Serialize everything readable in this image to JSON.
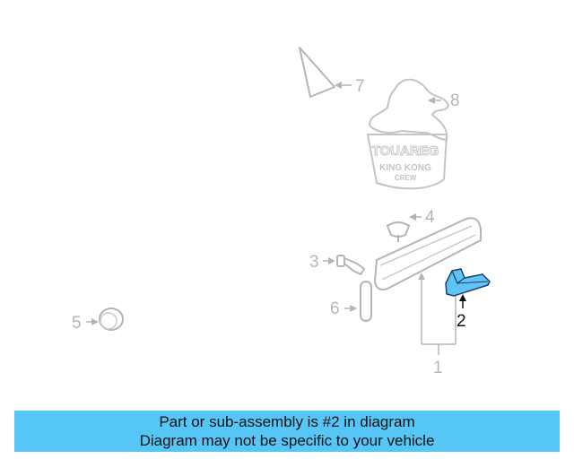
{
  "diagram": {
    "callouts": [
      {
        "id": "1",
        "label": "1"
      },
      {
        "id": "2",
        "label": "2",
        "highlighted": true
      },
      {
        "id": "3",
        "label": "3"
      },
      {
        "id": "4",
        "label": "4"
      },
      {
        "id": "5",
        "label": "5"
      },
      {
        "id": "6",
        "label": "6"
      },
      {
        "id": "7",
        "label": "7"
      },
      {
        "id": "8",
        "label": "8"
      }
    ],
    "watermark": {
      "line1": "TOUAREG",
      "line2": "KING KONG",
      "line3": "CREW"
    },
    "colors": {
      "line": "#b5b5b5",
      "highlight_fill": "#5fc3f3",
      "highlight_stroke": "#1f3f70",
      "label_active": "#111111"
    }
  },
  "banner": {
    "line1": "Part or sub-assembly is #2 in diagram",
    "line2": "Diagram may not be specific to your vehicle",
    "color": "#55c6f6"
  }
}
